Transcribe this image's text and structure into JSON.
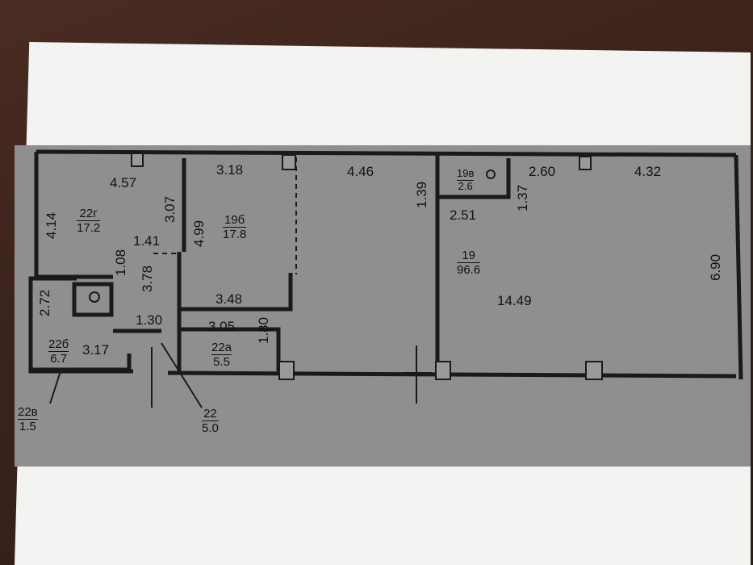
{
  "dimensions": {
    "d_457": "4.57",
    "d_318": "3.18",
    "d_446": "4.46",
    "d_139": "1.39",
    "d_260": "2.60",
    "d_432": "4.32",
    "d_414": "4.14",
    "d_307": "3.07",
    "d_499": "4.99",
    "d_137": "1.37",
    "d_251": "2.51",
    "d_108": "1.08",
    "d_141": "1.41",
    "d_378": "3.78",
    "d_272": "2.72",
    "d_348": "3.48",
    "d_130": "1.30",
    "d_305": "3.05",
    "d_180": "1.80",
    "d_317": "3.17",
    "d_1449": "14.49",
    "d_690": "6.90"
  },
  "rooms": {
    "r22g": {
      "num": "22г",
      "area": "17.2"
    },
    "r19b": {
      "num": "19б",
      "area": "17.8"
    },
    "r19v": {
      "num": "19в",
      "area": "2.6"
    },
    "r19": {
      "num": "19",
      "area": "96.6"
    },
    "r22b": {
      "num": "22б",
      "area": "6.7"
    },
    "r22a": {
      "num": "22а",
      "area": "5.5"
    },
    "r22v": {
      "num": "22в",
      "area": "1.5"
    },
    "r22": {
      "num": "22",
      "area": "5.0"
    }
  }
}
